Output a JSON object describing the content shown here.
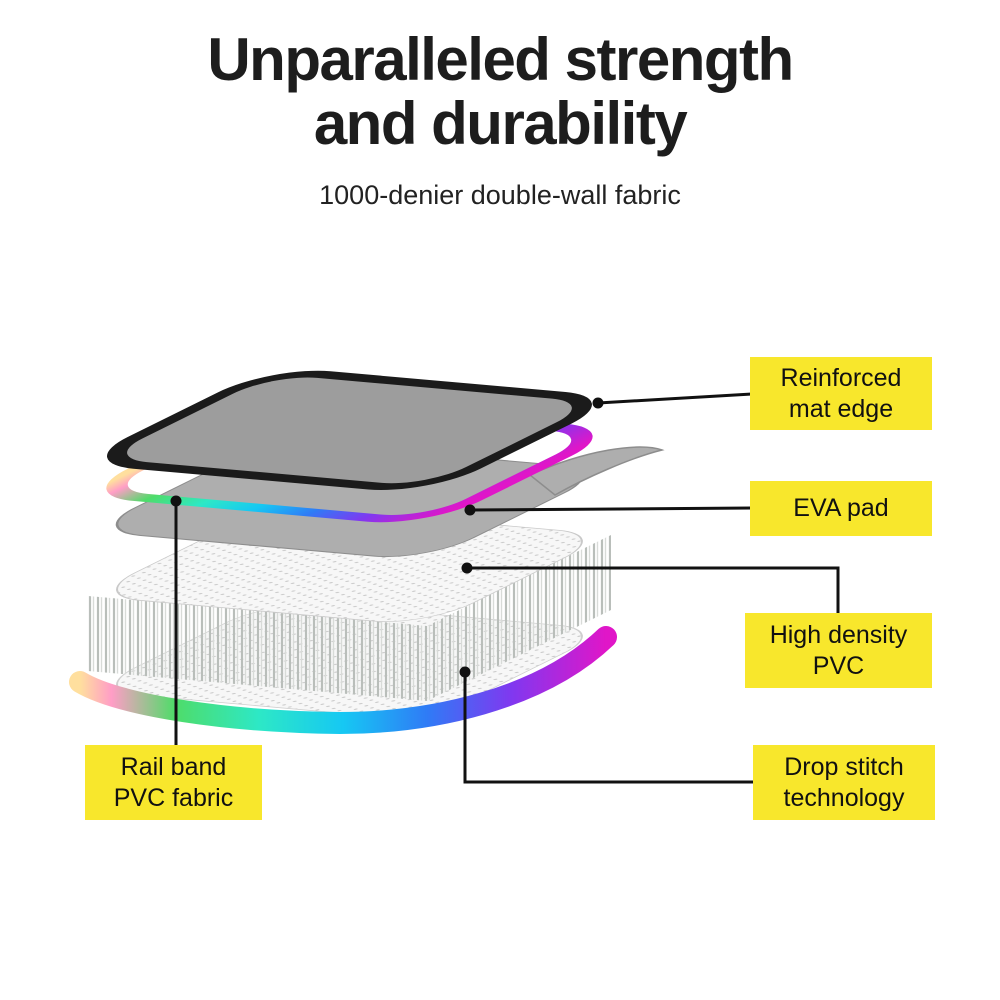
{
  "header": {
    "title": "Unparalleled strength\nand durability",
    "subtitle": "1000-denier double-wall fabric"
  },
  "callouts": [
    {
      "label": "Reinforced\nmat edge"
    },
    {
      "label": "EVA pad"
    },
    {
      "label": "High density\nPVC"
    },
    {
      "label": "Drop stitch\ntechnology"
    },
    {
      "label": "Rail band\nPVC fabric"
    }
  ],
  "diagram": {
    "layers": [
      "Reinforced mat edge (black frame)",
      "Rail band PVC fabric (rainbow ring)",
      "EVA pad (grey sheet)",
      "High density PVC mesh fabric",
      "Drop stitch threads",
      "Bottom rail band (rainbow)"
    ]
  },
  "colors": {
    "label_bg": "#f8e72c",
    "label_text": "#111111",
    "connector": "#111111",
    "frame": "#1b1b1b",
    "inner_gray": "#9d9d9d",
    "eva_gray": "#aeaeae",
    "pad_edge": "#8d8d8d",
    "mesh_bg": "#f7f7f7",
    "mesh_dot": "#cccccc",
    "bristle_dark": "#b9beba",
    "bristle_light": "#d8dbd8",
    "rainbow": [
      "#ffdf9e",
      "#ff9dc6",
      "#4fdc69",
      "#2de8c6",
      "#16c8f3",
      "#2f7bf6",
      "#8038f0",
      "#e016c8"
    ]
  }
}
